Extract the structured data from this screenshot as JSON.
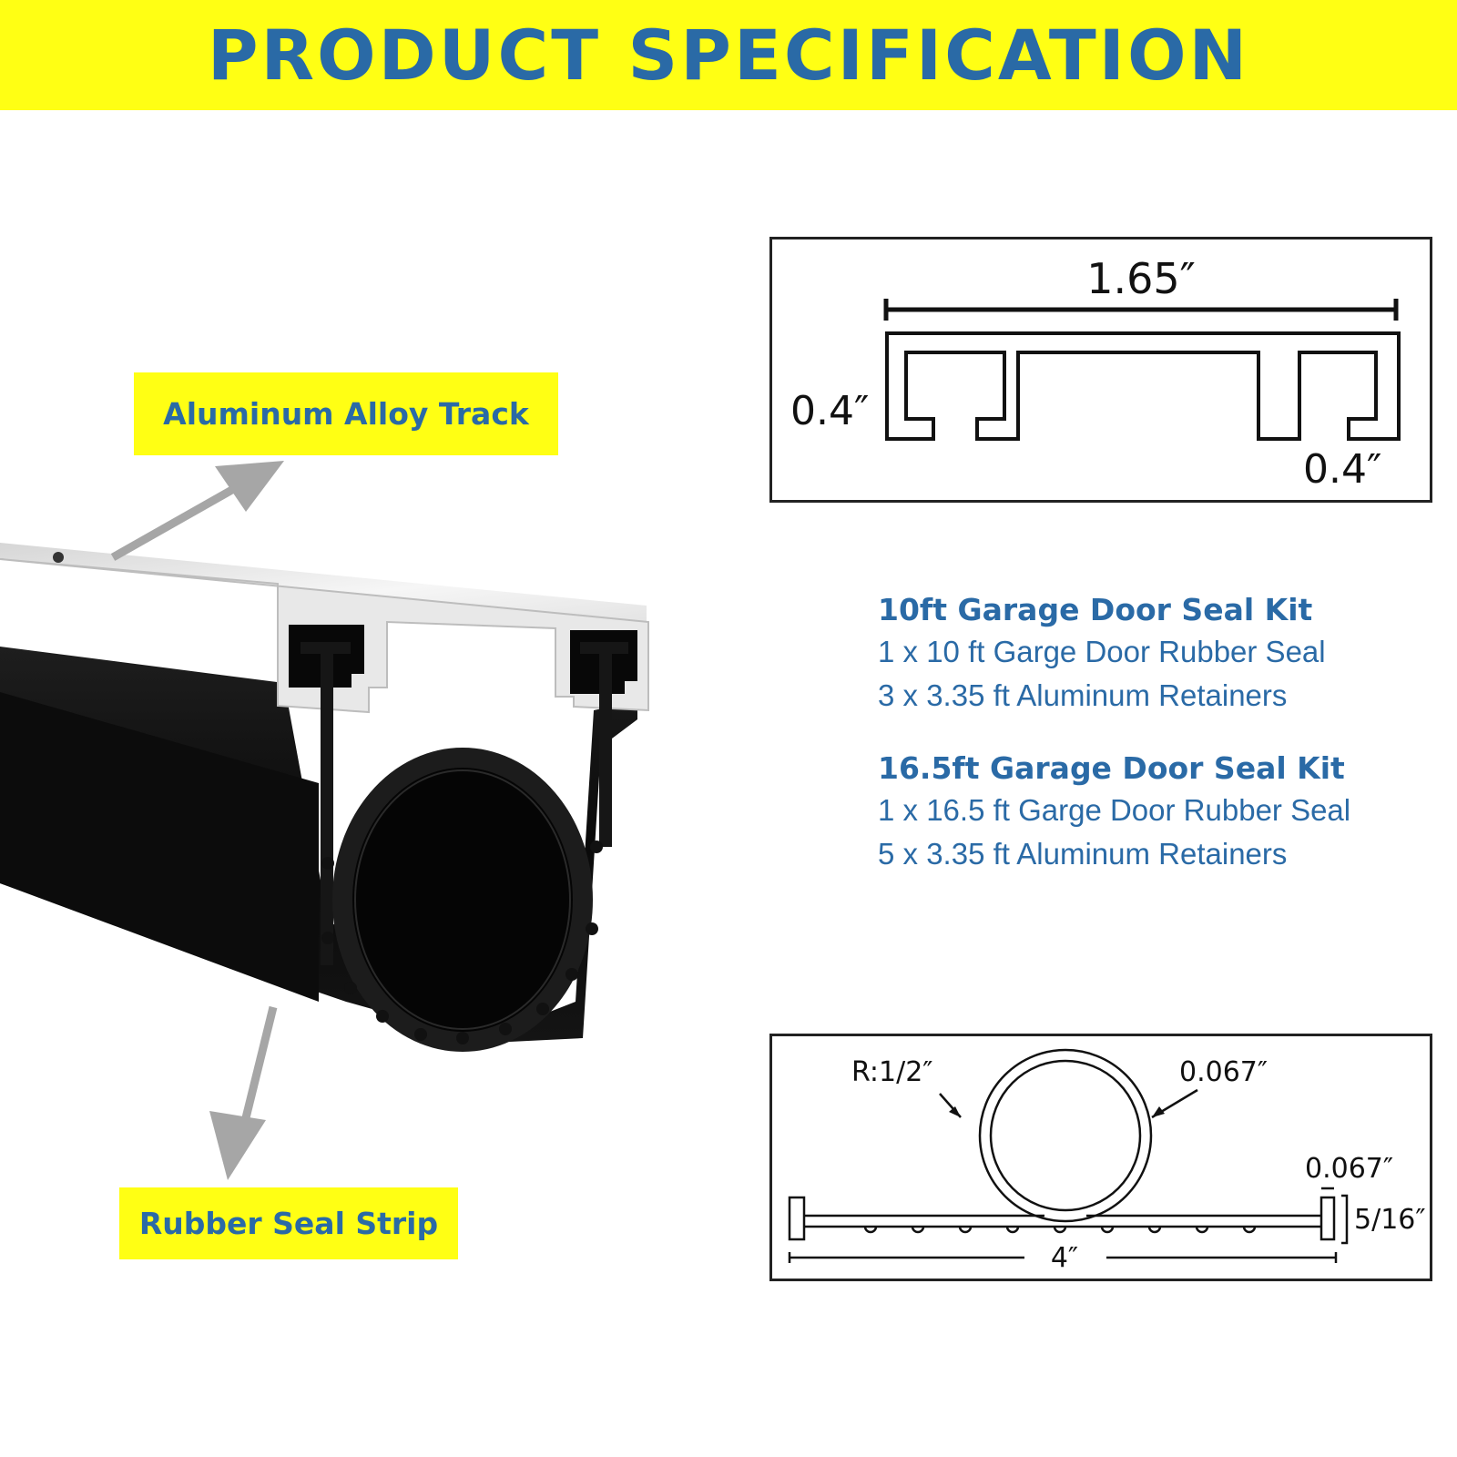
{
  "banner": {
    "title": "PRODUCT SPECIFICATION"
  },
  "callouts": {
    "track": "Aluminum Alloy Track",
    "seal": "Rubber Seal Strip"
  },
  "track_profile": {
    "width_label": "1.65″",
    "height_label": "0.4″",
    "slot_label": "0.4″"
  },
  "kits": [
    {
      "title": "10ft Garage Door Seal Kit",
      "lines": [
        "1 x 10 ft Garge Door Rubber Seal",
        "3 x 3.35 ft Aluminum Retainers"
      ]
    },
    {
      "title": "16.5ft Garage Door Seal Kit",
      "lines": [
        "1 x 16.5 ft Garge Door Rubber Seal",
        "5 x 3.35 ft Aluminum Retainers"
      ]
    }
  ],
  "seal_profile": {
    "radius_label": "R:1/2″",
    "wall_label": "0.067″",
    "flange_label": "0.067″",
    "height_label": "5/16″",
    "width_label": "4″"
  },
  "colors": {
    "banner_bg": "#ffff14",
    "accent_text": "#2a6aa6",
    "rubber": "#0d0d0d",
    "aluminum": "#eeeeee"
  }
}
